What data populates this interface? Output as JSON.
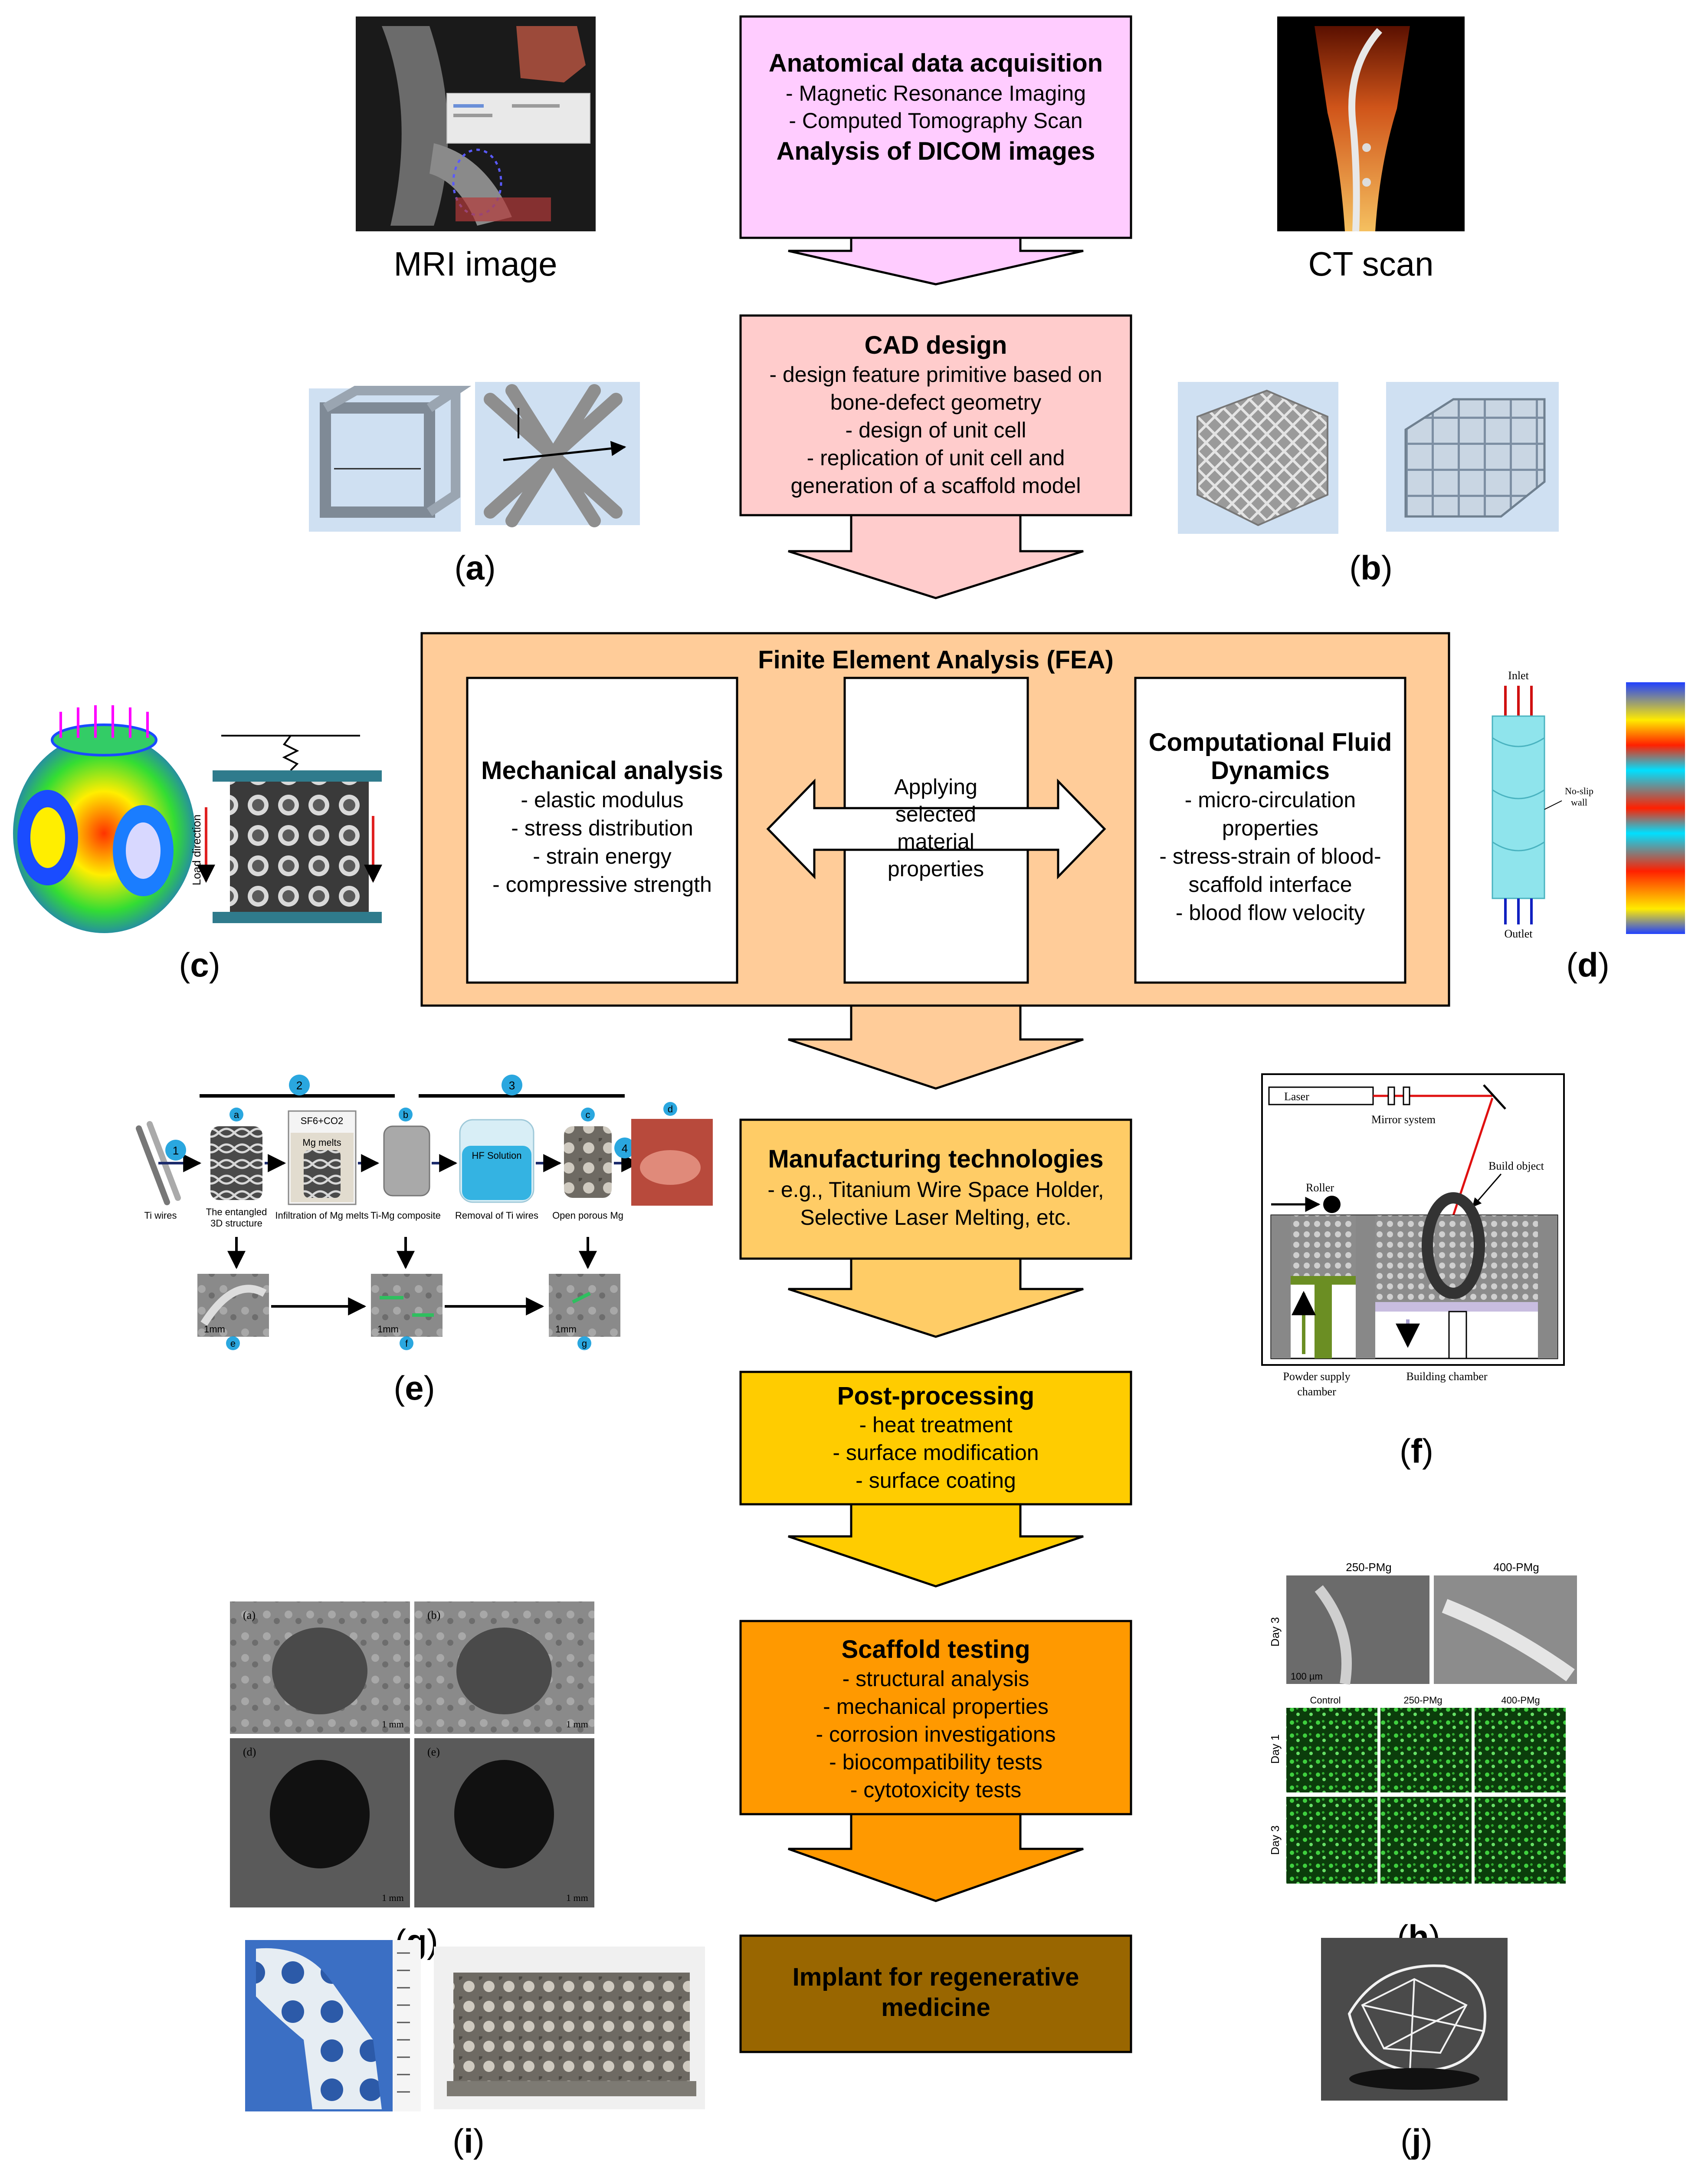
{
  "colors": {
    "pink": "#FFCCFF",
    "salmon": "#FFCCCC",
    "peach": "#FFCC99",
    "lightOrange": "#FFCC66",
    "yellow": "#FFCC00",
    "orange": "#FF9900",
    "brown": "#996600"
  },
  "steps": {
    "acquisition": {
      "title": "Anatomical data acquisition",
      "lines": [
        "- Magnetic Resonance Imaging",
        "- Computed Tomography Scan"
      ],
      "subtitle": "Analysis of DICOM images"
    },
    "cad": {
      "title": "CAD design",
      "lines": [
        "- design feature primitive based on",
        "bone-defect geometry",
        "- design of unit cell",
        "- replication of unit cell and",
        "generation of a scaffold model"
      ]
    },
    "fea": {
      "title": "Finite Element Analysis (FEA)",
      "mechanical": {
        "title": "Mechanical analysis",
        "lines": [
          "- elastic modulus",
          "- stress distribution",
          "- strain energy",
          "- compressive strength"
        ]
      },
      "center": [
        "Applying",
        "selected",
        "material",
        "properties"
      ],
      "cfd": {
        "title": [
          "Computational Fluid",
          "Dynamics"
        ],
        "lines": [
          "- micro-circulation",
          "properties",
          "- stress-strain of blood-",
          "scaffold interface",
          "- blood flow velocity"
        ]
      }
    },
    "manufacturing": {
      "title": "Manufacturing technologies",
      "lines": [
        "- e.g., Titanium Wire Space Holder,",
        "Selective Laser Melting, etc."
      ]
    },
    "post": {
      "title": "Post-processing",
      "lines": [
        "- heat treatment",
        "- surface modification",
        "- surface coating"
      ]
    },
    "testing": {
      "title": "Scaffold testing",
      "lines": [
        "- structural analysis",
        "- mechanical properties",
        "- corrosion investigations",
        "- biocompatibility tests",
        "- cytotoxicity tests"
      ]
    },
    "implant": {
      "title": [
        "Implant for regenerative",
        "medicine"
      ]
    }
  },
  "captions": {
    "mri": "MRI image",
    "ct": "CT scan",
    "a": "a",
    "b": "b",
    "c": "c",
    "d": "d",
    "e": "e",
    "f": "f",
    "g": "g",
    "h": "h",
    "i": "i",
    "j": "j"
  },
  "panel_c": {
    "load_label": "Load direction"
  },
  "panel_d": {
    "inlet": "Inlet",
    "outlet": "Outlet",
    "wall": [
      "No-slip",
      "wall"
    ]
  },
  "panel_e": {
    "stage_numbers": [
      "1",
      "2",
      "3",
      "4"
    ],
    "letters": [
      "a",
      "b",
      "c",
      "d",
      "e",
      "f",
      "g"
    ],
    "labels": [
      "Ti wires",
      "The entangled",
      "3D structure",
      "Infiltration of Mg melts",
      "Ti-Mg composite",
      "Removal of Ti wires",
      "Open porous Mg"
    ],
    "gas": "SF6+CO2",
    "melts": "Mg melts",
    "hf": "HF Solution",
    "scale": "1mm"
  },
  "panel_f": {
    "laser": "Laser",
    "mirror": "Mirror system",
    "build_object": "Build object",
    "roller": "Roller",
    "powder": [
      "Powder supply",
      "chamber"
    ],
    "building": "Building chamber"
  },
  "panel_g": {
    "letters": [
      "(a)",
      "(b)",
      "(d)",
      "(e)"
    ],
    "scale": "1 mm"
  },
  "panel_h": {
    "top_cols": [
      "250-PMg",
      "400-PMg"
    ],
    "bottom_cols": [
      "Control",
      "250-PMg",
      "400-PMg"
    ],
    "rows": [
      "Day 3",
      "Day 1",
      "Day 3"
    ],
    "scale": "100 µm"
  }
}
